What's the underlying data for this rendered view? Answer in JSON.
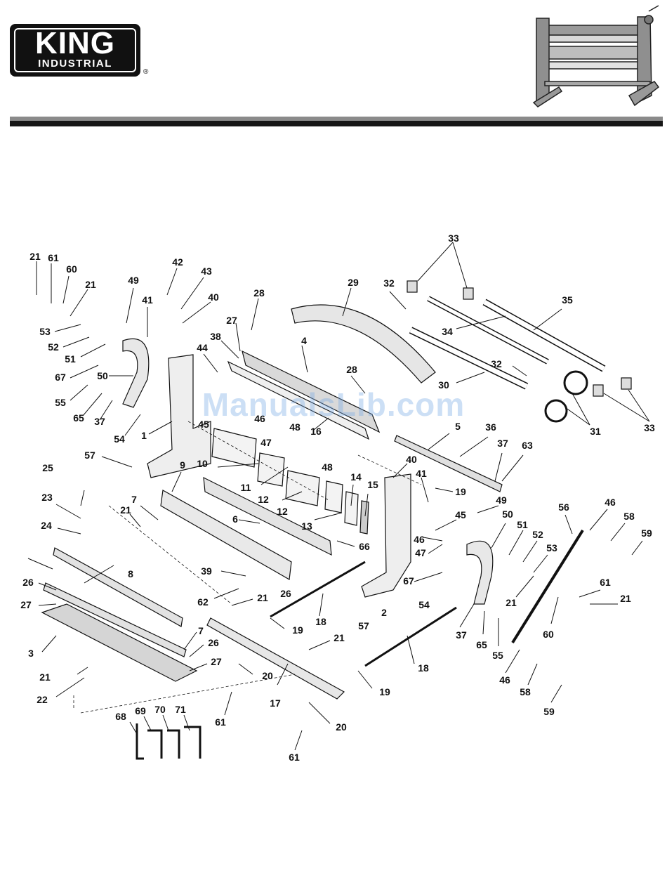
{
  "header": {
    "logo": {
      "line1": "KING",
      "line2": "INDUSTRIAL"
    },
    "registered_mark": "®"
  },
  "watermark": "ManualsLib.com",
  "callouts": [
    {
      "id": "c1",
      "text": "21"
    },
    {
      "id": "c2",
      "text": "61"
    },
    {
      "id": "c3",
      "text": "60"
    },
    {
      "id": "c4",
      "text": "21"
    },
    {
      "id": "c5",
      "text": "53"
    },
    {
      "id": "c6",
      "text": "52"
    },
    {
      "id": "c7",
      "text": "51"
    },
    {
      "id": "c8",
      "text": "67"
    },
    {
      "id": "c9",
      "text": "50"
    },
    {
      "id": "c10",
      "text": "55"
    },
    {
      "id": "c11",
      "text": "65"
    },
    {
      "id": "c12",
      "text": "37"
    },
    {
      "id": "c13",
      "text": "54"
    },
    {
      "id": "c14",
      "text": "49"
    },
    {
      "id": "c15",
      "text": "41"
    },
    {
      "id": "c16",
      "text": "42"
    },
    {
      "id": "c17",
      "text": "43"
    },
    {
      "id": "c18",
      "text": "40"
    },
    {
      "id": "c19",
      "text": "1"
    },
    {
      "id": "c20",
      "text": "44"
    },
    {
      "id": "c21",
      "text": "45"
    },
    {
      "id": "c22",
      "text": "57"
    },
    {
      "id": "c23",
      "text": "28"
    },
    {
      "id": "c24",
      "text": "27"
    },
    {
      "id": "c25",
      "text": "38"
    },
    {
      "id": "c26",
      "text": "4"
    },
    {
      "id": "c27",
      "text": "29"
    },
    {
      "id": "c28",
      "text": "28"
    },
    {
      "id": "c29",
      "text": "46"
    },
    {
      "id": "c30",
      "text": "47"
    },
    {
      "id": "c31",
      "text": "48"
    },
    {
      "id": "c32",
      "text": "16"
    },
    {
      "id": "c33",
      "text": "48"
    },
    {
      "id": "c34",
      "text": "10"
    },
    {
      "id": "c35",
      "text": "11"
    },
    {
      "id": "c36",
      "text": "12"
    },
    {
      "id": "c37",
      "text": "12"
    },
    {
      "id": "c38",
      "text": "13"
    },
    {
      "id": "c39",
      "text": "14"
    },
    {
      "id": "c40",
      "text": "15"
    },
    {
      "id": "c41",
      "text": "33"
    },
    {
      "id": "c42",
      "text": "32"
    },
    {
      "id": "c43",
      "text": "34"
    },
    {
      "id": "c44",
      "text": "35"
    },
    {
      "id": "c45",
      "text": "32"
    },
    {
      "id": "c46",
      "text": "30"
    },
    {
      "id": "c47",
      "text": "31"
    },
    {
      "id": "c48",
      "text": "33"
    },
    {
      "id": "c49",
      "text": "5"
    },
    {
      "id": "c50",
      "text": "36"
    },
    {
      "id": "c51",
      "text": "37"
    },
    {
      "id": "c52",
      "text": "63"
    },
    {
      "id": "c53",
      "text": "19"
    },
    {
      "id": "c54",
      "text": "40"
    },
    {
      "id": "c55",
      "text": "41"
    },
    {
      "id": "c56",
      "text": "45"
    },
    {
      "id": "c57",
      "text": "46"
    },
    {
      "id": "c58",
      "text": "47"
    },
    {
      "id": "c59",
      "text": "49"
    },
    {
      "id": "c60",
      "text": "50"
    },
    {
      "id": "c61",
      "text": "51"
    },
    {
      "id": "c62",
      "text": "52"
    },
    {
      "id": "c63",
      "text": "53"
    },
    {
      "id": "c64",
      "text": "21"
    },
    {
      "id": "c65",
      "text": "67"
    },
    {
      "id": "c66",
      "text": "25"
    },
    {
      "id": "c67",
      "text": "23"
    },
    {
      "id": "c68",
      "text": "24"
    },
    {
      "id": "c69",
      "text": "21"
    },
    {
      "id": "c70",
      "text": "7"
    },
    {
      "id": "c71",
      "text": "9"
    },
    {
      "id": "c72",
      "text": "6"
    },
    {
      "id": "c73",
      "text": "66"
    },
    {
      "id": "c74",
      "text": "39"
    },
    {
      "id": "c75",
      "text": "62"
    },
    {
      "id": "c76",
      "text": "26"
    },
    {
      "id": "c77",
      "text": "2"
    },
    {
      "id": "c78",
      "text": "54"
    },
    {
      "id": "c79",
      "text": "57"
    },
    {
      "id": "c80",
      "text": "21"
    },
    {
      "id": "c81",
      "text": "8"
    },
    {
      "id": "c82",
      "text": "26"
    },
    {
      "id": "c83",
      "text": "27"
    },
    {
      "id": "c84",
      "text": "3"
    },
    {
      "id": "c85",
      "text": "7"
    },
    {
      "id": "c86",
      "text": "26"
    },
    {
      "id": "c87",
      "text": "27"
    },
    {
      "id": "c88",
      "text": "21"
    },
    {
      "id": "c89",
      "text": "22"
    },
    {
      "id": "c90",
      "text": "19"
    },
    {
      "id": "c91",
      "text": "18"
    },
    {
      "id": "c92",
      "text": "21"
    },
    {
      "id": "c93",
      "text": "20"
    },
    {
      "id": "c94",
      "text": "17"
    },
    {
      "id": "c95",
      "text": "61"
    },
    {
      "id": "c96",
      "text": "20"
    },
    {
      "id": "c97",
      "text": "61"
    },
    {
      "id": "c98",
      "text": "19"
    },
    {
      "id": "c99",
      "text": "18"
    },
    {
      "id": "c100",
      "text": "37"
    },
    {
      "id": "c101",
      "text": "65"
    },
    {
      "id": "c102",
      "text": "55"
    },
    {
      "id": "c103",
      "text": "56"
    },
    {
      "id": "c104",
      "text": "46"
    },
    {
      "id": "c105",
      "text": "58"
    },
    {
      "id": "c106",
      "text": "59"
    },
    {
      "id": "c107",
      "text": "61"
    },
    {
      "id": "c108",
      "text": "21"
    },
    {
      "id": "c109",
      "text": "60"
    },
    {
      "id": "c110",
      "text": "46"
    },
    {
      "id": "c111",
      "text": "58"
    },
    {
      "id": "c112",
      "text": "59"
    },
    {
      "id": "c113",
      "text": "68"
    },
    {
      "id": "c114",
      "text": "69"
    },
    {
      "id": "c115",
      "text": "70"
    },
    {
      "id": "c116",
      "text": "71"
    }
  ]
}
